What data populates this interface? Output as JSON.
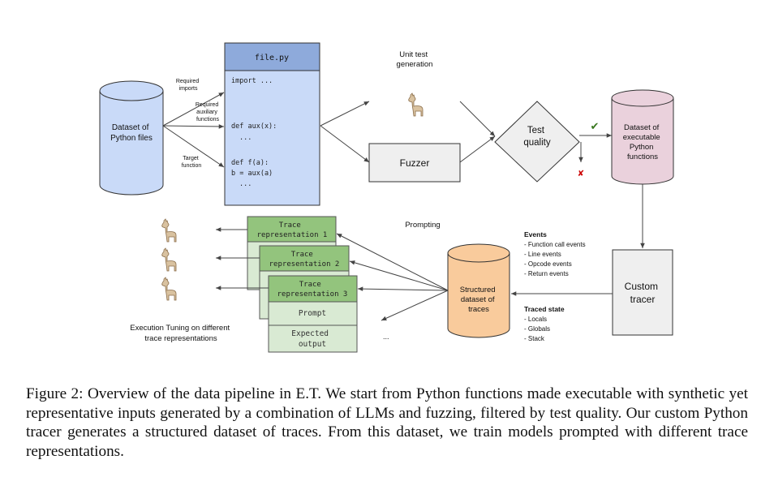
{
  "diagram": {
    "dataset_python": [
      "Dataset of",
      "Python files"
    ],
    "labels": {
      "required_imports": [
        "Required",
        "imports"
      ],
      "required_aux": [
        "Required",
        "auxiliary",
        "functions"
      ],
      "target_function": [
        "Target",
        "function"
      ]
    },
    "file": {
      "title": "file.py",
      "lines": [
        "import ...",
        "def aux(x):",
        "  ...",
        "def f(a):",
        "  b = aux(a)",
        "  ..."
      ]
    },
    "unit_test_generation": [
      "Unit test",
      "generation"
    ],
    "fuzzer": "Fuzzer",
    "test_quality": [
      "Test",
      "quality"
    ],
    "check_mark": "✔",
    "cross_mark": "✘",
    "dataset_executable": [
      "Dataset of",
      "executable",
      "Python",
      "functions"
    ],
    "custom_tracer": [
      "Custom",
      "tracer"
    ],
    "prompting": "Prompting",
    "structured_dataset": [
      "Structured",
      "dataset of",
      "traces"
    ],
    "events": {
      "title": "Events",
      "items": [
        "- Function call events",
        "- Line events",
        "- Opcode events",
        "- Return events"
      ]
    },
    "traced_state": {
      "title": "Traced state",
      "items": [
        "- Locals",
        "- Globals",
        "- Stack"
      ]
    },
    "trace_cards": [
      [
        "Trace",
        "representation 1"
      ],
      [
        "Trace",
        "representation 2"
      ],
      [
        "Trace",
        "representation 3"
      ]
    ],
    "prompt": "Prompt",
    "expected_output": [
      "Expected",
      "output"
    ],
    "ellipsis": "...",
    "execution_tuning": [
      "Execution Tuning on different",
      "trace representations"
    ],
    "colors": {
      "blue_fill": "#c9daf8",
      "pink_fill": "#ead1dc",
      "orange_fill": "#f9cb9c",
      "green_header": "#93c47d",
      "green_body": "#d9ead3",
      "gray_fill": "#efefef",
      "check": "#38761d",
      "cross": "#cc0000"
    }
  },
  "caption": "Figure 2: Overview of the data pipeline in E.T. We start from Python functions made executable with synthetic yet representative inputs generated by a combination of LLMs and fuzzing, filtered by test quality. Our custom Python tracer generates a structured dataset of traces. From this dataset, we train models prompted with different trace representations."
}
